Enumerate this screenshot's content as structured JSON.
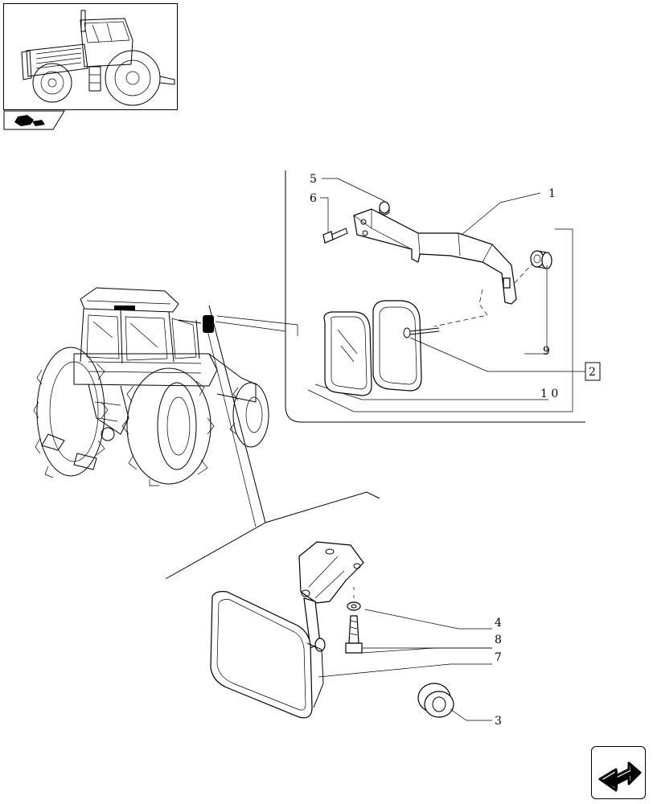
{
  "callouts": {
    "c1": "1",
    "c2": "2",
    "c3": "3",
    "c4": "4",
    "c5": "5",
    "c6": "6",
    "c7": "7",
    "c8": "8",
    "c9": "9",
    "c10": "1 0"
  },
  "icons": {
    "thumbnail": "tractor-thumbnail-icon",
    "section_tab": "parts-section-icon",
    "nav": "next-page-arrow-icon"
  }
}
